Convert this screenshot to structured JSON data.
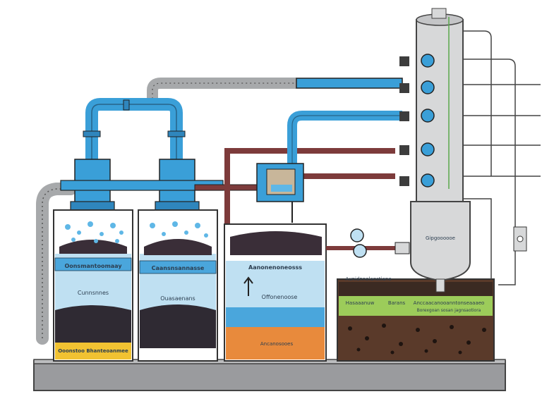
{
  "colors": {
    "pipe_blue": "#3a9fd8",
    "pipe_gray": "#a7a9ab",
    "pipe_maroon": "#7d3b3b",
    "water_light": "#bfe0f2",
    "water_mid": "#4aa6dc",
    "sediment_dark": "#2f2a33",
    "soil": "#5a3a2a",
    "grass": "#9ccc5a",
    "sand_orange": "#e88a3c",
    "yellow_band": "#f1c232",
    "column_gray": "#d7d8d9",
    "base_gray": "#9a9b9e"
  },
  "labels": {
    "tank1_band": "Oonsmantoomaay",
    "tank1_mid": "Cunnsnnes",
    "tank1_bottom": "Ooonstoo Bhanteoanmee",
    "tank2_band": "Caansnsannasse",
    "tank2_mid": "Ouasaenans",
    "tank3_band": "Aanonenoneosss",
    "tank3_mid": "Offonenoose",
    "tank3_bottom": "Ancanosooes",
    "soil_top": "Aunidnnolanstiane",
    "soil_grass_left": "Hasaaanuw",
    "soil_grass_mid": "Barans",
    "soil_grass_right": "Anccaacanooanntonseaaaeo",
    "soil_grass_sub": "Borexgoan sosan jagnsaotiora",
    "column_label": "Gipgoooooe"
  }
}
